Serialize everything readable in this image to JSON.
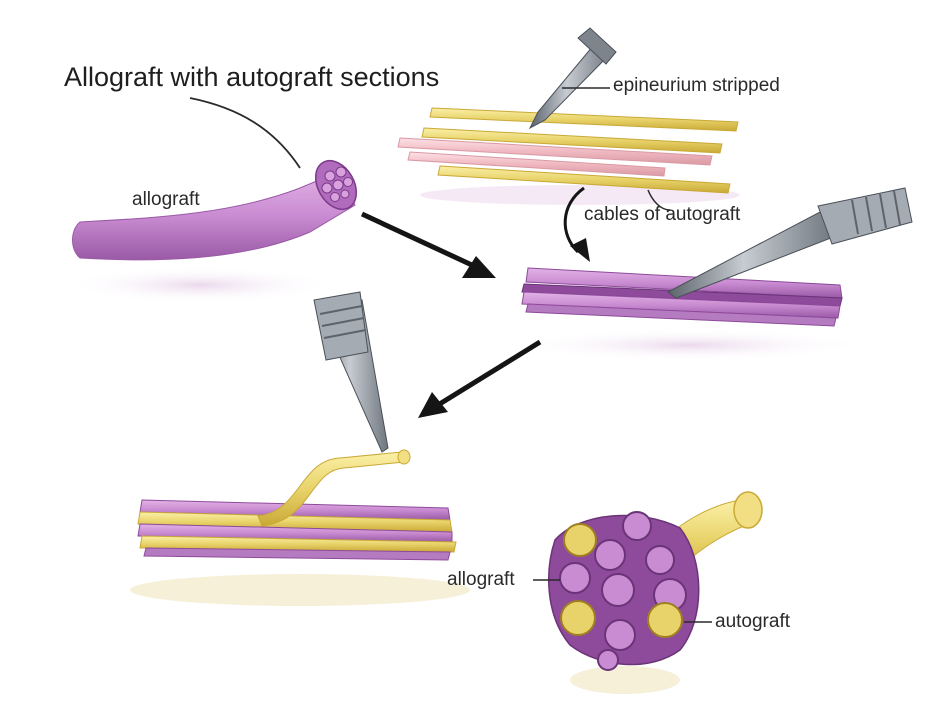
{
  "title": "Allograft with autograft sections",
  "labels": {
    "allograft_top": "allograft",
    "epineurium": "epineurium stripped",
    "cables": "cables of autograft",
    "allograft_cross": "allograft",
    "autograft_cross": "autograft"
  },
  "colors": {
    "allograft": "#c98bd1",
    "allograft_dark": "#8e4a9b",
    "autograft": "#e8d36a",
    "autograft_dark": "#c9a936",
    "epineurium": "#f0b8c0",
    "instrument": "#8d949c",
    "arrow": "#151515"
  }
}
